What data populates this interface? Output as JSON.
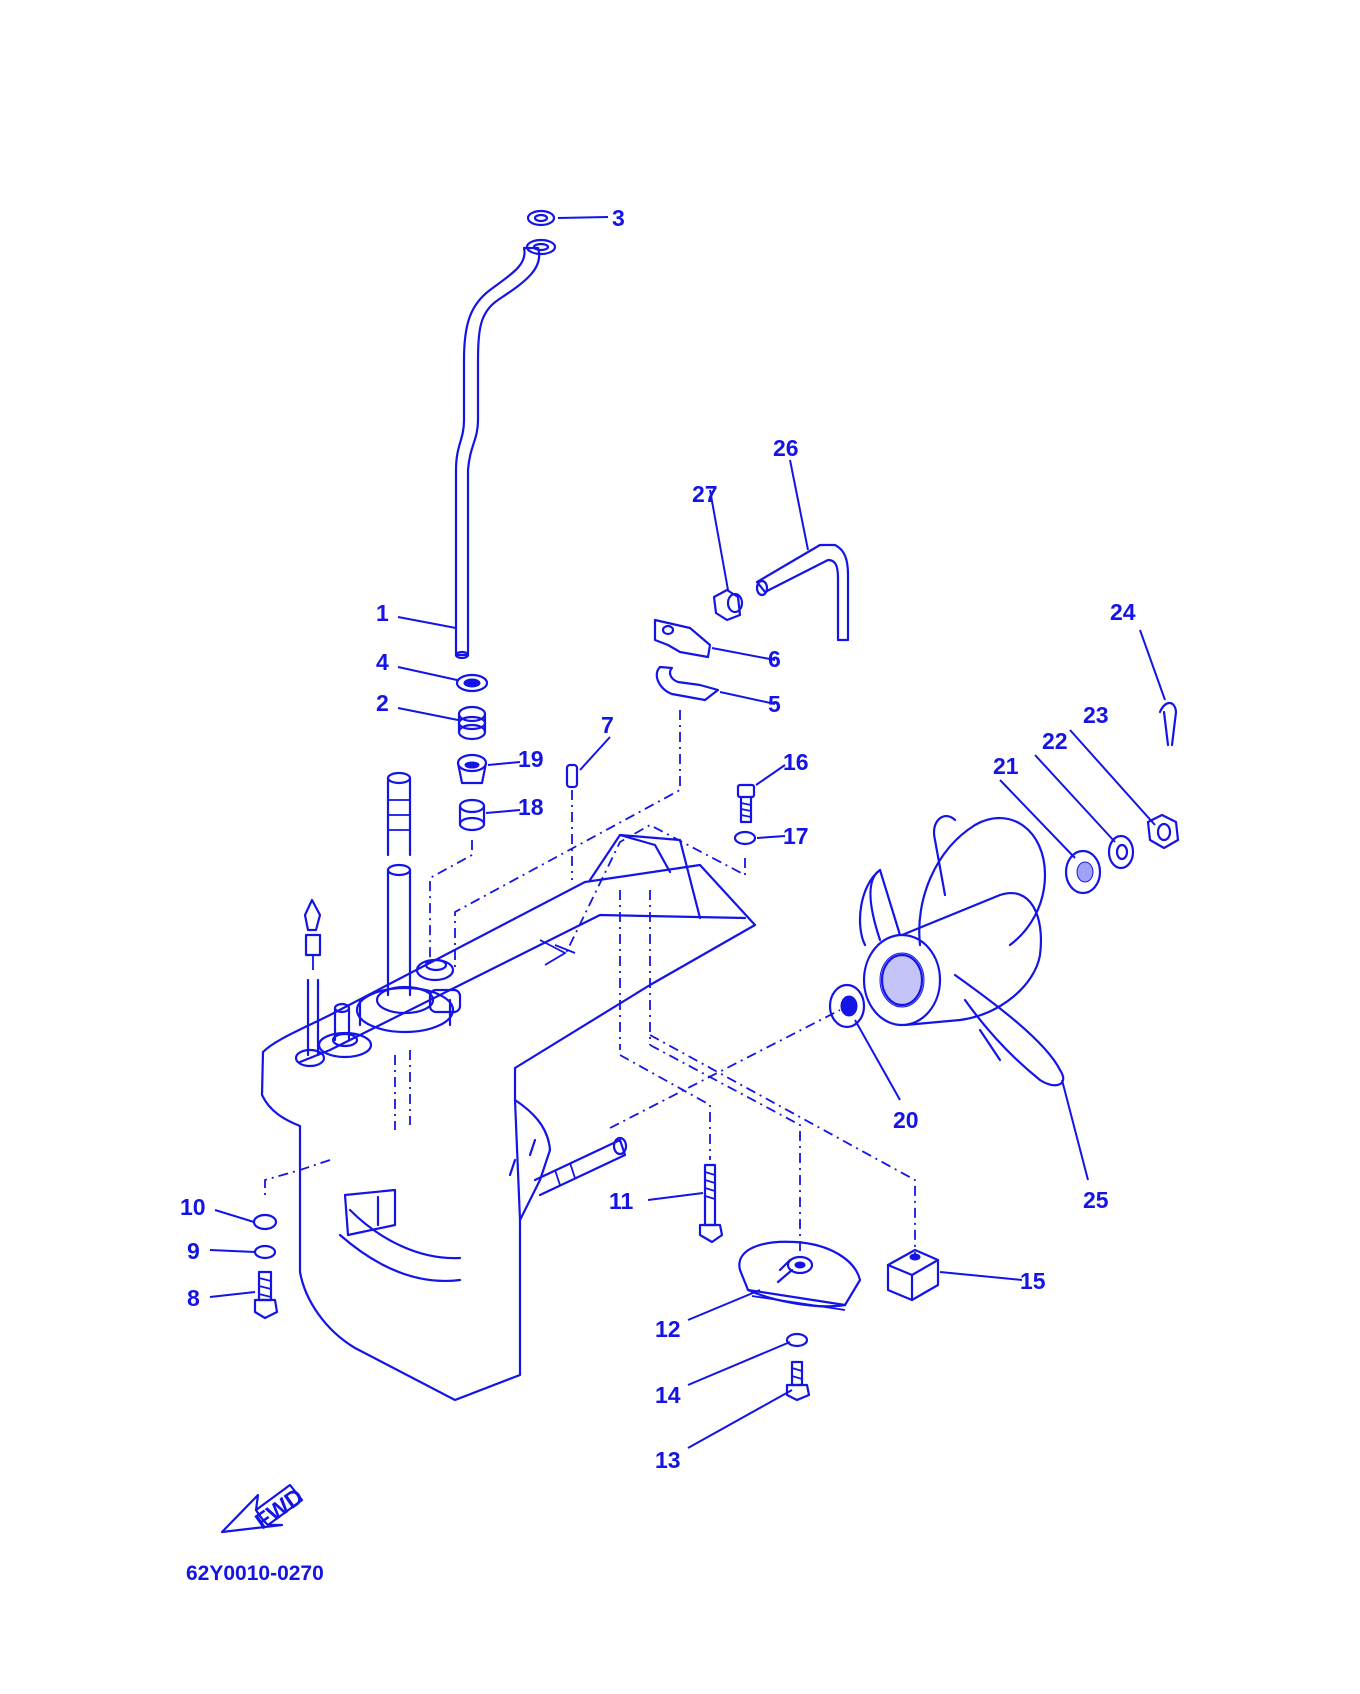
{
  "labels": {
    "p1": "1",
    "p2": "2",
    "p3": "3",
    "p4": "4",
    "p5": "5",
    "p6": "6",
    "p7": "7",
    "p8": "8",
    "p9": "9",
    "p10": "10",
    "p11": "11",
    "p12": "12",
    "p13": "13",
    "p14": "14",
    "p15": "15",
    "p16": "16",
    "p17": "17",
    "p18": "18",
    "p19": "19",
    "p20": "20",
    "p21": "21",
    "p22": "22",
    "p23": "23",
    "p24": "24",
    "p25": "25",
    "p26": "26",
    "p27": "27"
  },
  "direction_arrow": "FWD",
  "drawing_code": "62Y0010-0270",
  "line_color": "#1414e6"
}
